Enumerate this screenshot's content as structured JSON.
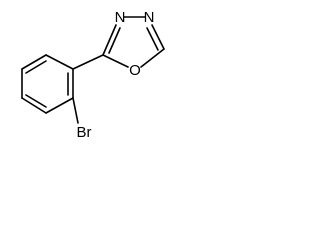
{
  "structure": {
    "atoms": {
      "n3": "N",
      "n4": "N",
      "o1": "O",
      "br": "Br"
    }
  }
}
